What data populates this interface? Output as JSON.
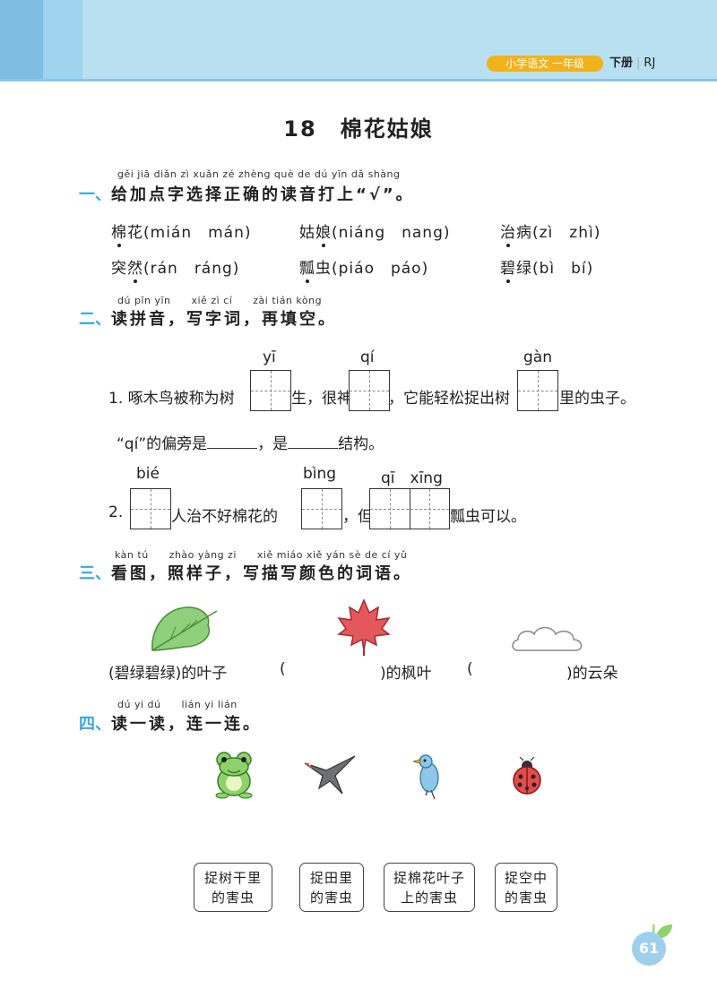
{
  "header": {
    "subject_badge": "小学语文 一年级",
    "volume": "下册",
    "edition": "RJ"
  },
  "title": "18　棉花姑娘",
  "sections": {
    "s1": {
      "pinyin": "gěi jiā diǎn zì xuǎn zé zhèng què de dú yīn dǎ shàng",
      "number": "一、",
      "heading": "给加点字选择正确的读音打上“√”。",
      "items": [
        {
          "word_a": "棉",
          "word_b": "花",
          "options": "(mián　mán)"
        },
        {
          "word_a": "姑",
          "word_b": "娘",
          "options": "(niáng　nang)"
        },
        {
          "word_a": "治",
          "word_b": "病",
          "options": "(zì　zhì)"
        },
        {
          "word_a": "突",
          "word_b": "然",
          "options": "(rán　ráng)"
        },
        {
          "word_a": "瓢",
          "word_b": "虫",
          "options": "(piáo　páo)"
        },
        {
          "word_a": "碧",
          "word_b": "绿",
          "options": "(bì　bí)"
        }
      ]
    },
    "s2": {
      "pinyin": "dú pīn yīn　　xiě zì cí　　zài tián kòng",
      "number": "二、",
      "heading": "读拼音，写字词，再填空。",
      "q1": {
        "label": "1. 啄木鸟被称为树",
        "pin1": "yī",
        "t2": "生，很神",
        "pin2": "qí",
        "t3": "，它能轻松捉出树",
        "pin3": "gàn",
        "t4": "里的虫子。"
      },
      "q1b": {
        "a": "“qí”的偏旁是",
        "b": "，是",
        "c": "结构。"
      },
      "q2": {
        "label": "2.",
        "pin1": "bié",
        "t2": "人治不好棉花的",
        "pin2": "bìng",
        "t3": "，但",
        "pin3": "qī　xīng",
        "t4": "瓢虫可以。"
      }
    },
    "s3": {
      "pinyin": "kàn tú　　zhào yàng zi　　xiě miáo xiě yán sè de cí yǔ",
      "number": "三、",
      "heading": "看图，照样子，写描写颜色的词语。",
      "labels": [
        "(碧绿碧绿)的叶子",
        "(",
        ")的枫叶",
        "(",
        ")的云朵"
      ]
    },
    "s4": {
      "pinyin": "dú yi dú　　lián yi lián",
      "number": "四、",
      "heading": "读一读，连一连。",
      "boxes": [
        [
          "捉树干里",
          "的害虫"
        ],
        [
          "捉田里",
          "的害虫"
        ],
        [
          "捉棉花叶子",
          "上的害虫"
        ],
        [
          "捉空中",
          "的害虫"
        ]
      ]
    }
  },
  "page_number": "61",
  "colors": {
    "header": "#b9e0f1",
    "accent_blue": "#39a7d8",
    "badge": "#f2b21b"
  }
}
